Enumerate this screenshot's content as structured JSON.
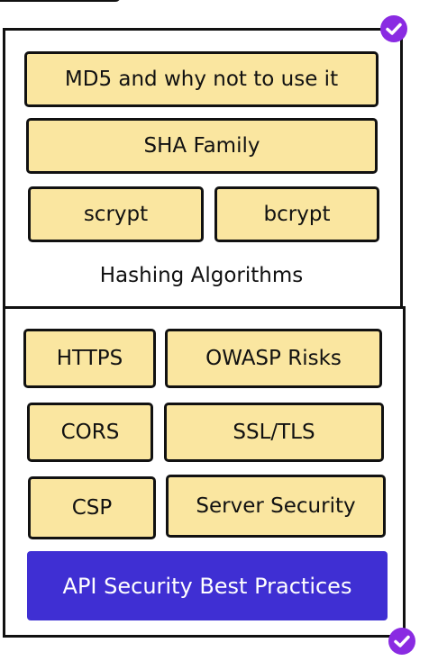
{
  "colors": {
    "topic_fill": "#fae6a0",
    "accent": "#3f2fd3",
    "check": "#8a2be2"
  },
  "hashing": {
    "label": "Hashing Algorithms",
    "items": [
      "MD5 and why not to use it",
      "SHA Family",
      "scrypt",
      "bcrypt"
    ]
  },
  "security": {
    "items": [
      "HTTPS",
      "OWASP Risks",
      "CORS",
      "SSL/TLS",
      "CSP",
      "Server Security"
    ],
    "main_button": "API Security Best Practices"
  },
  "icons": [
    "check-circle-icon",
    "check-circle-icon"
  ]
}
